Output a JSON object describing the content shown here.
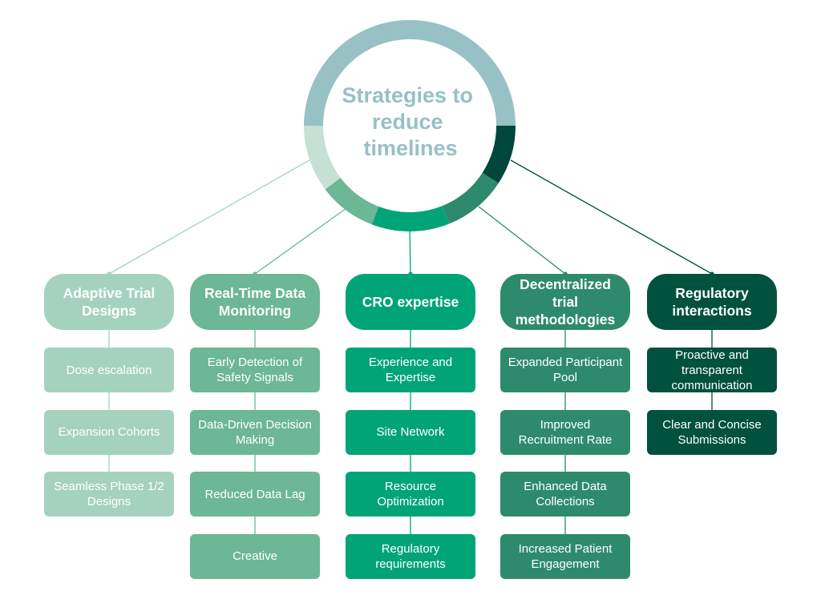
{
  "hub": {
    "title_lines": [
      "Strategies to",
      "reduce",
      "timelines"
    ],
    "title_color": "#97c1c4",
    "ring_colors": [
      "#97c1c4",
      "#c5e0d4",
      "#6cb795",
      "#00a477",
      "#2e8a6d",
      "#00473b"
    ]
  },
  "columns": [
    {
      "title": "Adaptive Trial Designs",
      "color": "#a5d2bf",
      "items": [
        "Dose escalation",
        "Expansion Cohorts",
        "Seamless Phase 1/2 Designs"
      ]
    },
    {
      "title": "Real-Time Data Monitoring",
      "color": "#6cb795",
      "items": [
        "Early Detection of Safety Signals",
        "Data-Driven Decision Making",
        "Reduced Data Lag",
        "Creative"
      ]
    },
    {
      "title": "CRO expertise",
      "color": "#00a477",
      "items": [
        "Experience and Expertise",
        "Site Network",
        "Resource Optimization",
        "Regulatory requirements"
      ]
    },
    {
      "title": "Decentralized trial methodologies",
      "color": "#2e8a6d",
      "items": [
        "Expanded Participant Pool",
        "Improved Recruitment Rate",
        "Enhanced Data Collections",
        "Increased Patient Engagement"
      ]
    },
    {
      "title": "Regulatory interactions",
      "color": "#00513e",
      "items": [
        "Proactive and transparent communication",
        "Clear and Concise Submissions"
      ]
    }
  ]
}
